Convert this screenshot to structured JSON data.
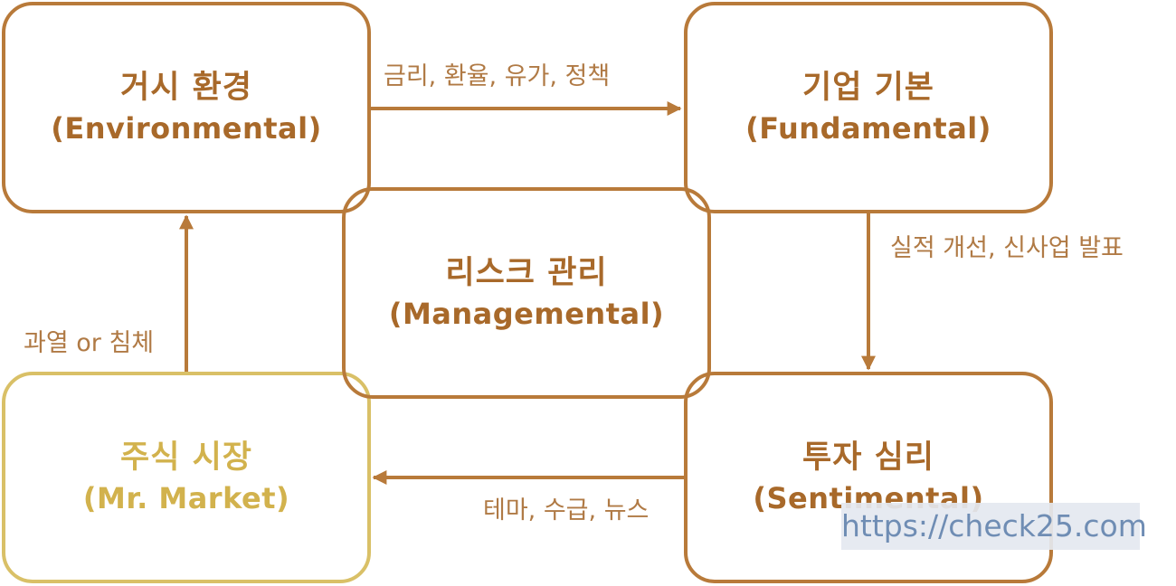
{
  "nodes": {
    "environmental": {
      "title": "거시 환경",
      "subtitle": "(Environmental)"
    },
    "fundamental": {
      "title": "기업 기본",
      "subtitle": "(Fundamental)"
    },
    "managemental": {
      "title": "리스크 관리",
      "subtitle": "(Managemental)"
    },
    "sentimental": {
      "title": "투자 심리",
      "subtitle": "(Sentimental)"
    },
    "market": {
      "title": "주식 시장",
      "subtitle": "(Mr. Market)"
    }
  },
  "edges": {
    "env_to_fund": "금리, 환율, 유가, 정책",
    "fund_to_sent": "실적 개선, 신사업 발표",
    "sent_to_market": "테마, 수급, 뉴스",
    "market_to_env": "과열 or 침체"
  },
  "watermark": "https://check25.com",
  "colors": {
    "primary": "#b87a3a",
    "market": "#d9c067",
    "label": "#b07a45"
  }
}
